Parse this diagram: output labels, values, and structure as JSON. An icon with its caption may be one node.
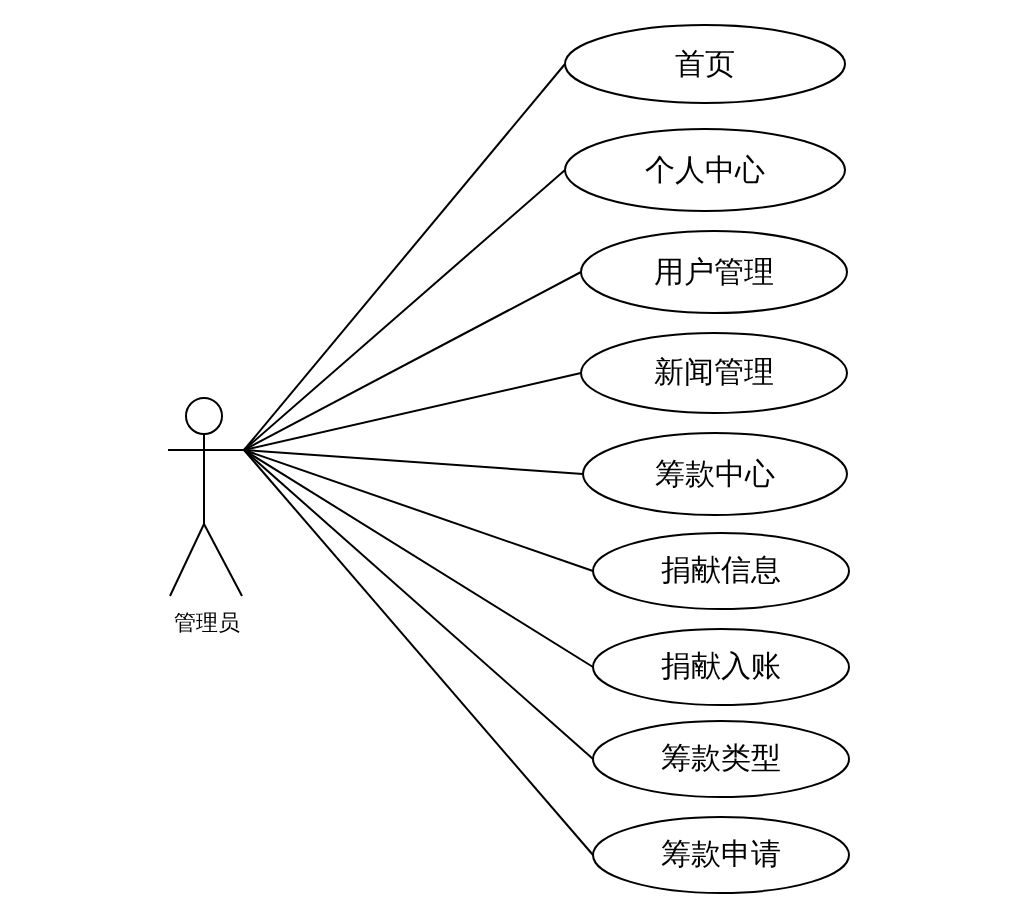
{
  "diagram": {
    "nodes": [
      {
        "text": [
          "管理员"
        ]
      },
      {
        "text": [
          "首页"
        ]
      },
      {
        "text": [
          "个人中心"
        ]
      },
      {
        "text": [
          "用户管理"
        ]
      },
      {
        "text": [
          "新闻管理"
        ]
      },
      {
        "text": [
          "筹款中心"
        ]
      },
      {
        "text": [
          "捐献信息"
        ]
      },
      {
        "text": [
          "捐献入账"
        ]
      },
      {
        "text": [
          "筹款类型"
        ]
      },
      {
        "text": [
          "筹款申请"
        ]
      }
    ],
    "edges": [
      {
        "from": 0,
        "to": 1,
        "arrow": "none"
      },
      {
        "from": 0,
        "to": 2,
        "arrow": "none"
      },
      {
        "from": 0,
        "to": 3,
        "arrow": "none"
      },
      {
        "from": 0,
        "to": 4,
        "arrow": "none"
      },
      {
        "from": 0,
        "to": 5,
        "arrow": "none"
      },
      {
        "from": 0,
        "to": 6,
        "arrow": "none"
      },
      {
        "from": 0,
        "to": 7,
        "arrow": "none"
      },
      {
        "from": 0,
        "to": 8,
        "arrow": "none"
      },
      {
        "from": 0,
        "to": 9,
        "arrow": "none"
      }
    ]
  }
}
